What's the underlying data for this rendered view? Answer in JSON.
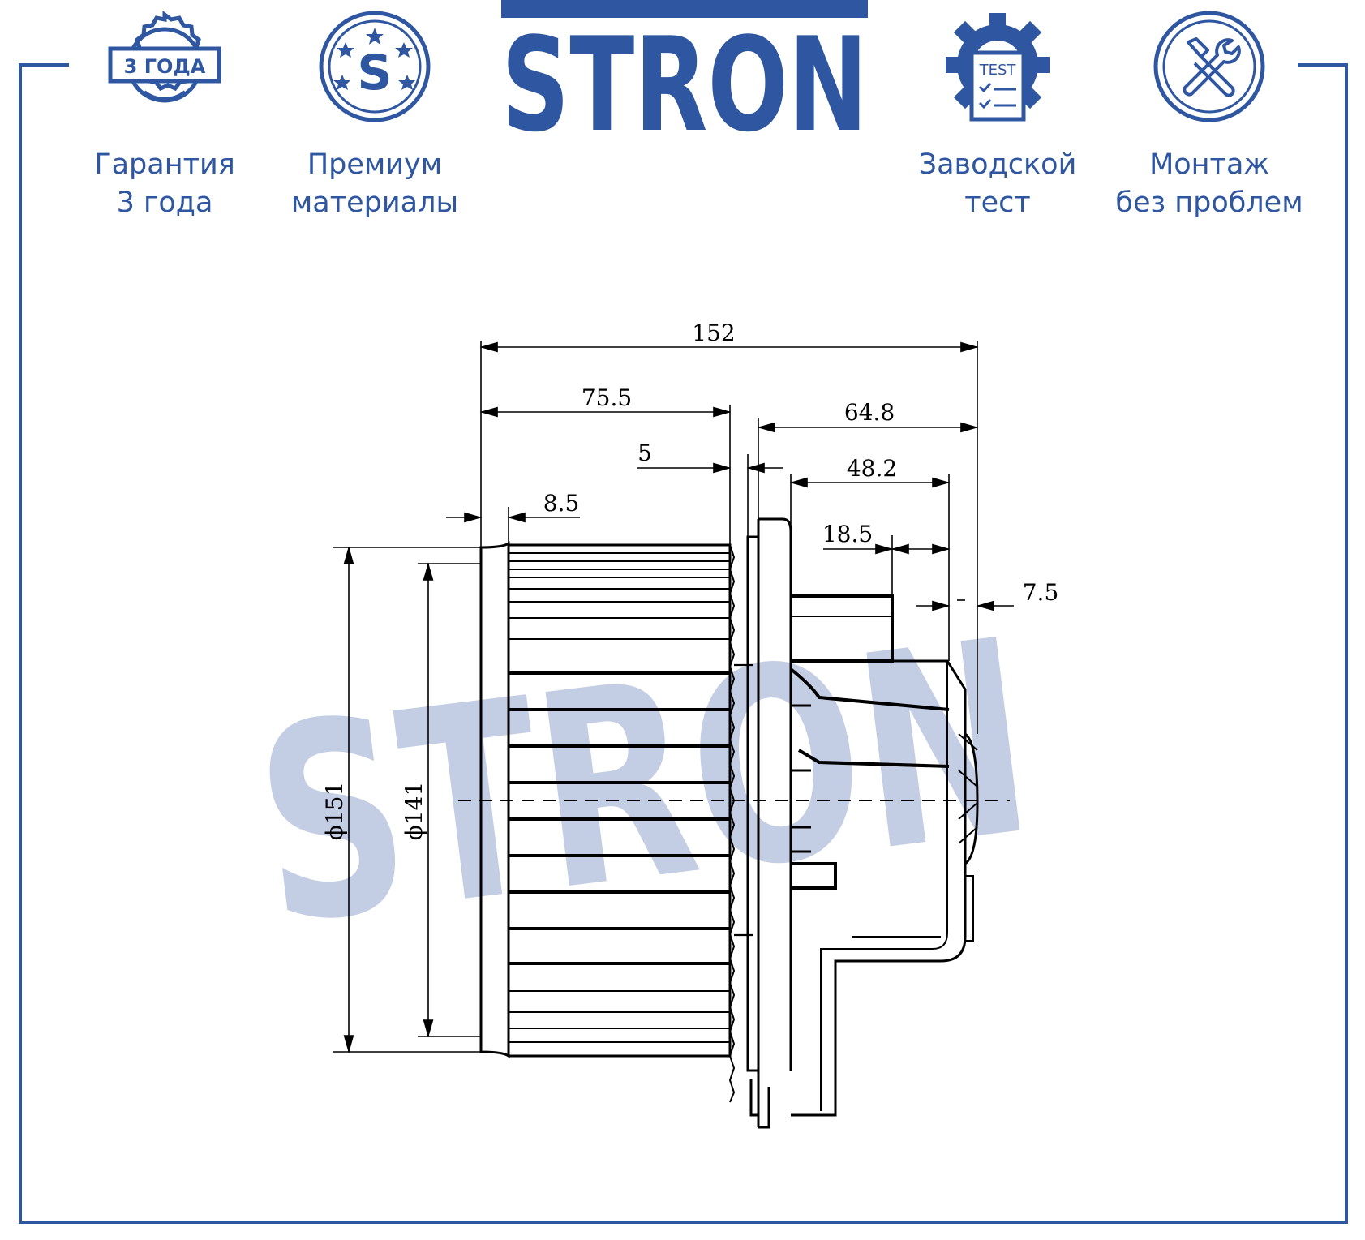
{
  "brand": {
    "logo_text": "STRON",
    "watermark_text": "STRON",
    "color": "#2f56a0",
    "watermark_color": "#c3cde4"
  },
  "features": [
    {
      "icon": "warranty-seal-icon",
      "badge": "3 ГОДА",
      "line1": "Гарантия",
      "line2": "3 года"
    },
    {
      "icon": "premium-s-badge-icon",
      "badge": "S",
      "line1": "Премиум",
      "line2": "материалы"
    },
    {
      "icon": "factory-test-gear-icon",
      "badge": "TEST",
      "line1": "Заводской",
      "line2": "тест"
    },
    {
      "icon": "tools-wrench-screwdriver-icon",
      "line1": "Монтаж",
      "line2": "без проблем"
    }
  ],
  "drawing": {
    "dimensions": {
      "overall_length": "152",
      "impeller_length": "75.5",
      "gap": "5",
      "rim": "8.5",
      "motor_length": "64.8",
      "motor_body": "48.2",
      "connector": "18.5",
      "shaft": "7.5",
      "outer_diameter": "ϕ151",
      "inner_diameter": "ϕ141"
    }
  }
}
